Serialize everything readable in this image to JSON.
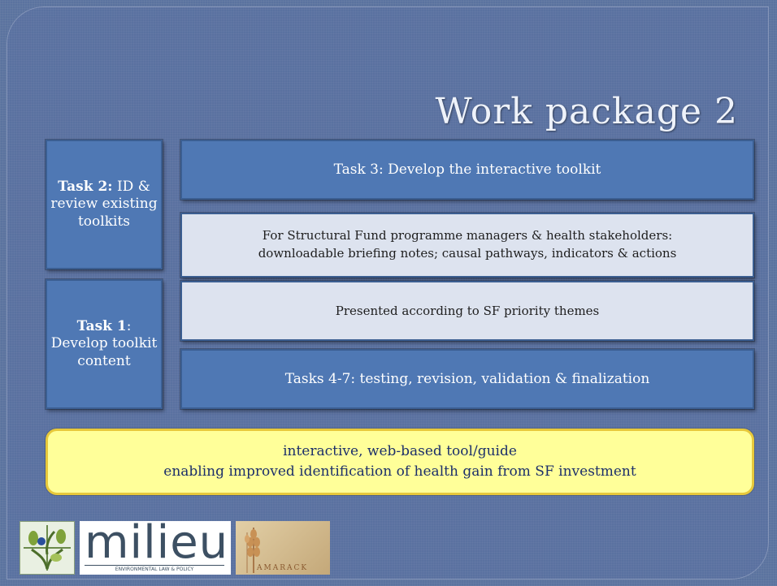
{
  "slide": {
    "title": "Work package 2",
    "task2": {
      "bold": "Task 2:",
      "rest": " ID & review existing toolkits"
    },
    "task1": {
      "bold": "Task 1",
      "rest": ": Develop toolkit content"
    },
    "task3": "Task 3: Develop the interactive toolkit",
    "managers_line1": "For Structural Fund programme managers & health stakeholders:",
    "managers_line2": "downloadable briefing notes; causal pathways, indicators & actions",
    "presented": "Presented according to SF priority themes",
    "tasks47": "Tasks 4-7: testing, revision, validation & finalization",
    "outcome_line1": "interactive, web-based tool/guide",
    "outcome_line2": "enabling improved identification of health gain from SF investment"
  },
  "logos": {
    "milieu_word": "milieu",
    "milieu_tagline": "ENVIRONMENTAL LAW & POLICY",
    "tamarack_name": "AMARACK"
  },
  "colors": {
    "background": "#5a71a0",
    "box_dark": "#4f78b4",
    "box_light": "#dde3ef",
    "highlight": "#ffff99",
    "highlight_border": "#e7c83b"
  }
}
